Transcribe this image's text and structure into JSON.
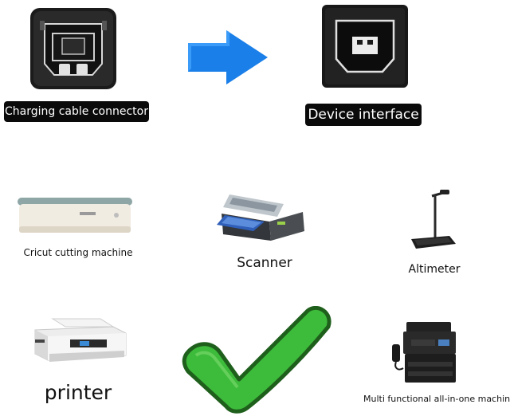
{
  "connector": {
    "source_label": "Charging cable connector",
    "target_label": "Device interface",
    "arrow_icon": "right-arrow-icon",
    "arrow_color": "#1a7fe8"
  },
  "devices": [
    {
      "label": "Cricut cutting machine",
      "icon": "cutting-machine-icon"
    },
    {
      "label": "Scanner",
      "icon": "scanner-icon"
    },
    {
      "label": "Altimeter",
      "icon": "document-camera-icon"
    },
    {
      "label": "printer",
      "icon": "printer-icon"
    },
    {
      "label": "Multi functional all-in-one machine",
      "icon": "multifunction-printer-icon"
    }
  ],
  "check": {
    "icon": "checkmark-icon",
    "fill_color": "#3dbb3b",
    "outline_color": "#1f5f1c"
  }
}
